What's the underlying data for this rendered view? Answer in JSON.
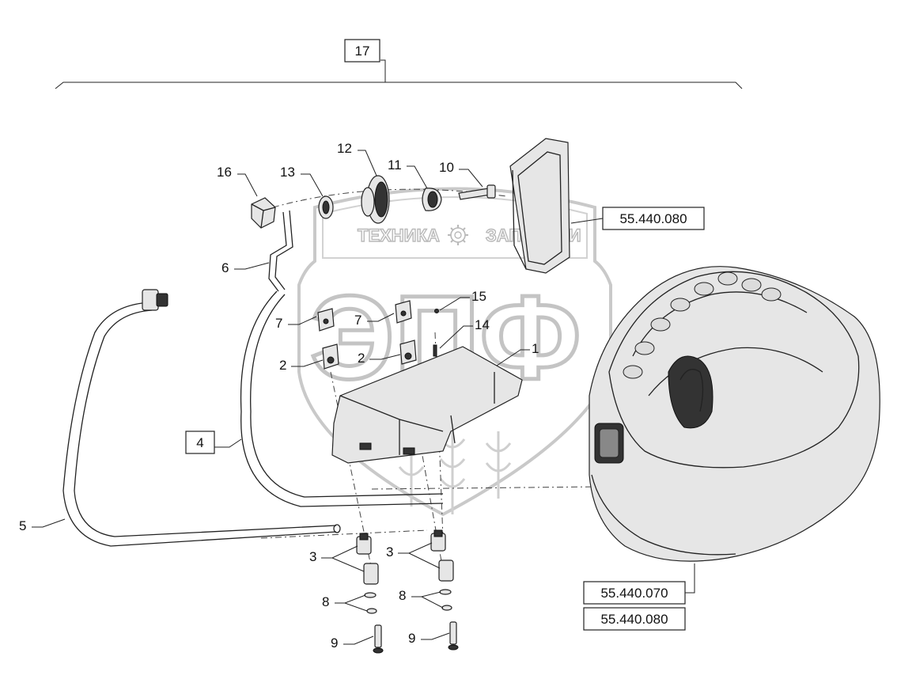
{
  "callouts": {
    "c17": "17",
    "c16": "16",
    "c13": "13",
    "c12": "12",
    "c11": "11",
    "c10": "10",
    "c6": "6",
    "c7a": "7",
    "c7b": "7",
    "c15": "15",
    "c14": "14",
    "c2a": "2",
    "c2b": "2",
    "c1": "1",
    "c4": "4",
    "c5": "5",
    "c3a": "3",
    "c3b": "3",
    "c8a": "8",
    "c8b": "8",
    "c9a": "9",
    "c9b": "9"
  },
  "references": {
    "ref_top": "55.440.080",
    "ref_bottom_1": "55.440.070",
    "ref_bottom_2": "55.440.080"
  },
  "watermark": {
    "left_word": "ТЕХНИКА",
    "right_word": "ЗАПЧАСТИ",
    "logo_letters": "ЭПФ"
  }
}
